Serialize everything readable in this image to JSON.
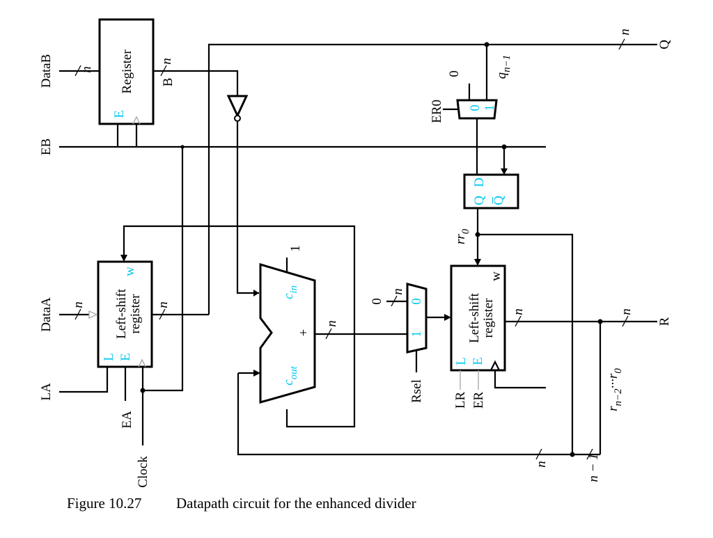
{
  "labels": {
    "datab": "DataB",
    "dataa": "DataA",
    "eb": "EB",
    "la": "LA",
    "ea": "EA",
    "clock": "Clock",
    "register": "Register",
    "b": "B",
    "e": "E",
    "n": "n",
    "q": "Q",
    "r": "R",
    "zero": "0",
    "one": "1",
    "er0": "ER0",
    "qn1_main": "q",
    "qn1_sub": "n−1",
    "ff_d": "D",
    "ff_q": "Q",
    "ff_qbar": "Q̅",
    "rr0_main": "rr",
    "rr0_sub": "0",
    "lsr_line1": "Left-shift",
    "lsr_line2": "register",
    "l": "L",
    "w": "w",
    "cin_main": "c",
    "cin_sub": "in",
    "cout_main": "c",
    "cout_sub": "out",
    "plus": "+",
    "rsel": "Rsel",
    "lr": "LR",
    "er": "ER",
    "r_range": "r",
    "r_range_sub1": "n−2",
    "r_range_mid": "···r",
    "r_range_sub2": "0",
    "n_minus_1": "n − 1"
  },
  "caption": {
    "number": "Figure 10.27",
    "title": "Datapath circuit for the enhanced divider"
  }
}
